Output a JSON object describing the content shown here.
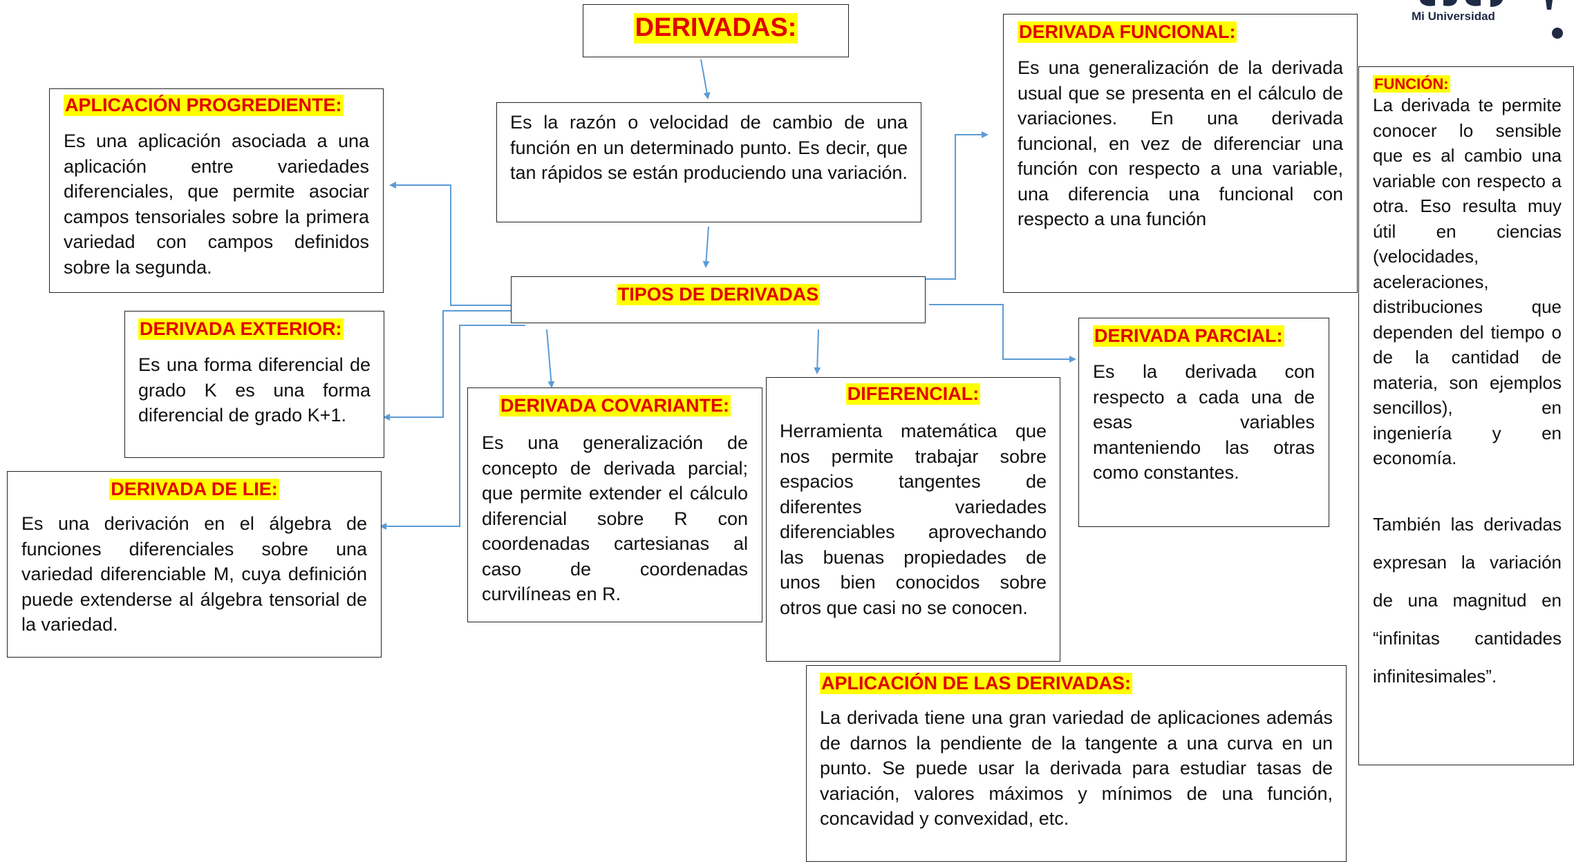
{
  "main_title": "DERIVADAS:",
  "definition": "Es la razón o velocidad de cambio de una función en un determinado punto. Es decir, que tan rápidos se están produciendo una variación.",
  "types_title": "TIPOS DE DERIVADAS",
  "logo": {
    "text": "Mi Universidad"
  },
  "nodes": {
    "progrediente": {
      "title": "APLICACIÓN PROGREDIENTE:",
      "text": "Es una aplicación asociada a una aplicación entre variedades diferenciales, que permite asociar campos tensoriales sobre la primera variedad con campos definidos sobre la segunda."
    },
    "exterior": {
      "title": "DERIVADA EXTERIOR:",
      "text": "Es una forma diferencial de grado K es una forma diferencial de grado K+1."
    },
    "lie": {
      "title": "DERIVADA DE LIE:",
      "text": "Es una derivación en el álgebra de funciones diferenciales sobre una variedad diferenciable M, cuya definición puede extenderse al álgebra tensorial de la variedad."
    },
    "covariante": {
      "title": "DERIVADA COVARIANTE:",
      "text": "Es una generalización de concepto de derivada parcial; que permite extender el cálculo diferencial sobre R con coordenadas cartesianas al caso de coordenadas curvilíneas en R."
    },
    "diferencial": {
      "title": "DIFERENCIAL:",
      "text": "Herramienta matemática que nos permite trabajar sobre espacios tangentes de diferentes variedades diferenciables aprovechando las buenas propiedades de unos bien conocidos sobre otros que casi no se conocen."
    },
    "funcional": {
      "title": "DERIVADA FUNCIONAL:",
      "text": "Es una generalización de la derivada usual que se presenta en el cálculo de variaciones. En una derivada funcional, en vez de diferenciar una función con respecto a una variable, una diferencia una funcional con respecto a una función"
    },
    "parcial": {
      "title": "DERIVADA PARCIAL:",
      "text": "Es la derivada con respecto a cada una de esas variables manteniendo las otras como constantes."
    },
    "aplicacion": {
      "title": "APLICACIÓN DE LAS DERIVADAS:",
      "text": "La derivada tiene una gran variedad de aplicaciones además de darnos la pendiente de la tangente a una curva en un punto. Se puede usar la derivada para estudiar tasas de variación, valores máximos y mínimos de una función, concavidad y convexidad, etc."
    },
    "funcion": {
      "title": "FUNCIÓN:",
      "text": "La derivada te permite conocer lo sensible que es al cambio una variable con respecto a otra. Eso resulta muy útil en ciencias (velocidades, aceleraciones, distribuciones que dependen del tiempo o de la cantidad de materia, son ejemplos sencillos), en ingeniería y en economía.",
      "text2": "También las derivadas expresan la variación de una magnitud en “infinitas cantidades infinitesimales”."
    }
  },
  "colors": {
    "title_bg": "#ffff00",
    "title_fg": "#e10000",
    "arrow": "#5b9bd5",
    "logo": "#1f2a44"
  }
}
